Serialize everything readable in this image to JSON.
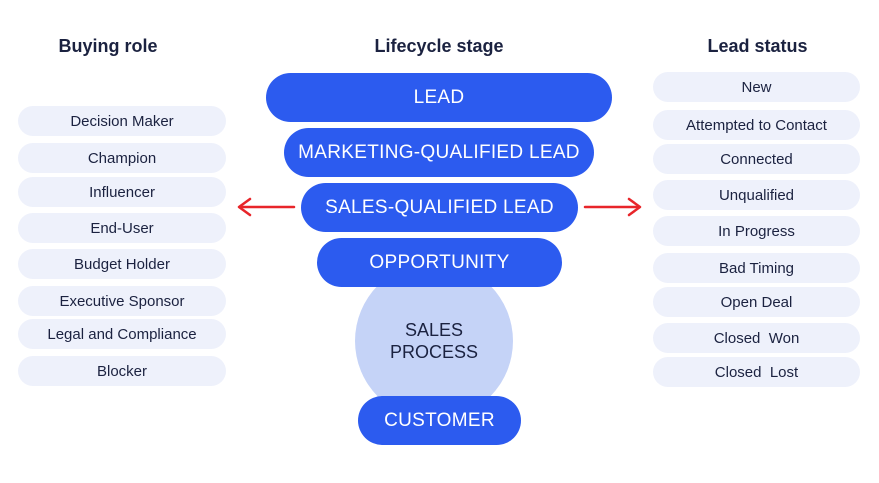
{
  "headings": {
    "buying_role": "Buying role",
    "lifecycle_stage": "Lifecycle stage",
    "lead_status": "Lead status"
  },
  "buying_roles": [
    "Decision Maker",
    "Champion",
    "Influencer",
    "End-User",
    "Budget Holder",
    "Executive Sponsor",
    "Legal and Compliance",
    "Blocker"
  ],
  "lifecycle_stages": {
    "lead": "LEAD",
    "mql": "MARKETING-QUALIFIED LEAD",
    "sql": "SALES-QUALIFIED LEAD",
    "opportunity": "OPPORTUNITY",
    "sales_process": "SALES PROCESS",
    "customer": "CUSTOMER"
  },
  "lead_statuses": [
    "New",
    "Attempted to Contact",
    "Connected",
    "Unqualified",
    "In Progress",
    "Bad Timing",
    "Open Deal",
    "Closed  Won",
    "Closed  Lost"
  ],
  "colors": {
    "stage_blue": "#2c5bef",
    "circle_light_blue": "#c5d3f7",
    "pill_bg": "#eef1fb",
    "arrow_red": "#e8252a",
    "text_dark": "#1b2240"
  }
}
